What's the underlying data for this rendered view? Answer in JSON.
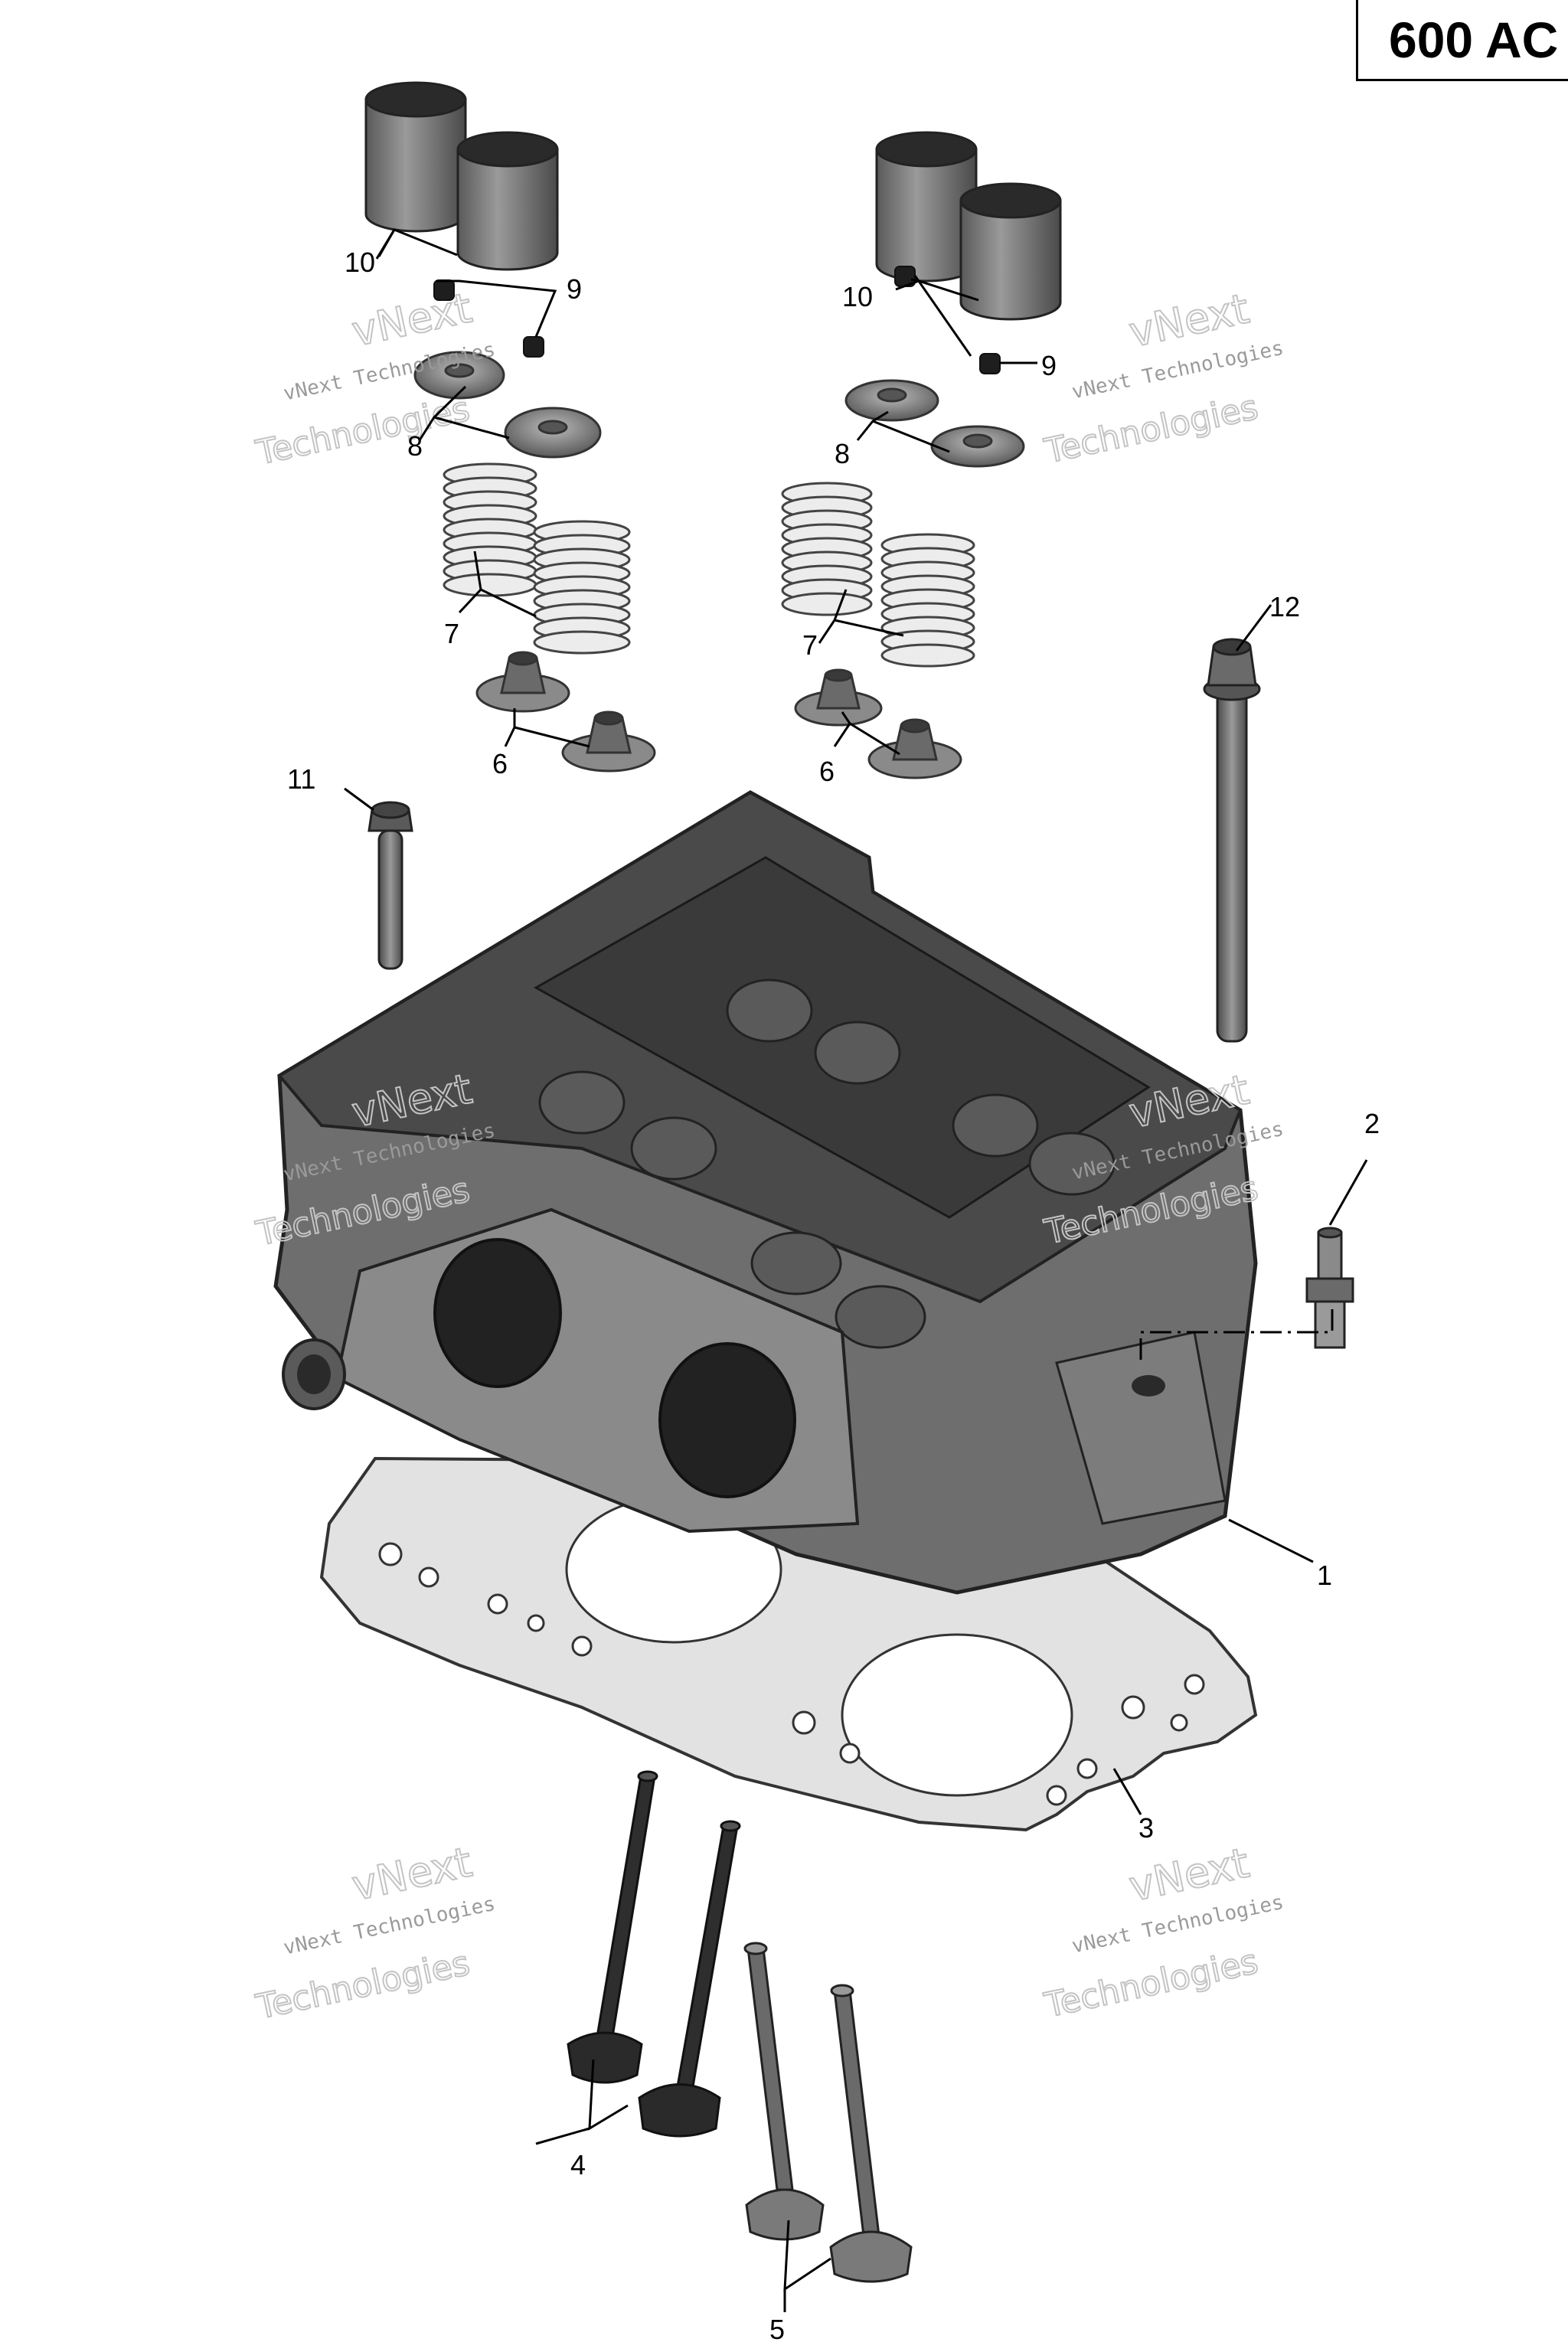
{
  "title": "600 AC",
  "callouts": {
    "c1": "1",
    "c2": "2",
    "c3": "3",
    "c4": "4",
    "c5": "5",
    "c6": "6",
    "c7": "7",
    "c8": "8",
    "c9": "9",
    "c10": "10",
    "c11": "11",
    "c12": "12"
  },
  "watermark": {
    "line1": "vNext",
    "line2": "vNext Technologies",
    "line3": "Technologies"
  },
  "colors": {
    "part_dark": "#3a3a3a",
    "part_mid": "#7a7a7a",
    "part_light": "#c8c8c8",
    "gasket": "#e2e2e2",
    "watermark": "#c4c4c4"
  }
}
